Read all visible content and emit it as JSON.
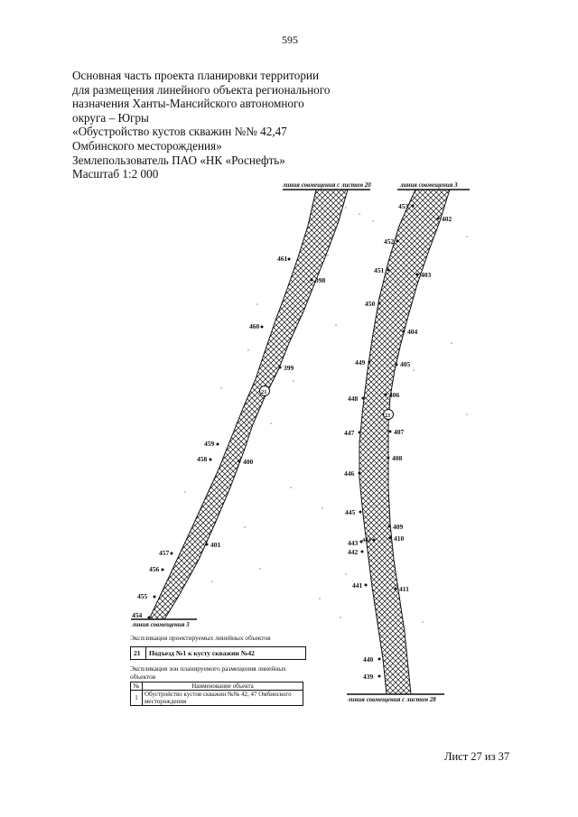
{
  "page_number": "595",
  "title_lines": [
    "Основная часть проекта планировки территории",
    "для размещения линейного объекта регионального",
    "назначения Ханты-Мансийского автономного",
    "округа – Югры",
    "«Обустройство кустов скважин №№ 42,47",
    "Омбинского месторождения»",
    "Землепользователь ПАО «НК «Роснефть»",
    "Масштаб 1:2 000"
  ],
  "map": {
    "match_lines": {
      "left_top": "линия совмещения с листом 20",
      "right_top": "линия совмещения 3",
      "left_bottom": "линия совмещения 3",
      "right_bottom": "линия совмещения с листом 28"
    },
    "corridor_marker": "21",
    "points_left_corridor": [
      "461",
      "398",
      "460",
      "399",
      "459",
      "458",
      "400",
      "457",
      "401",
      "456",
      "455",
      "454"
    ],
    "points_right_corridor": [
      "453",
      "402",
      "452",
      "451",
      "403",
      "450",
      "404",
      "449",
      "405",
      "448",
      "406",
      "407",
      "447",
      "408",
      "446",
      "445",
      "409",
      "443",
      "444",
      "410",
      "442",
      "441",
      "411",
      "440",
      "439"
    ]
  },
  "legend": {
    "projected_caption": "Экспликация проектируемых линейных объектов",
    "projected_rows": [
      {
        "number": "21",
        "name": "Подъезд №1 к кусту скважин №42"
      }
    ],
    "zone_caption": "Экспликация зон планируемого размещения линейных объектов",
    "zone_headers": {
      "number": "№",
      "name": "Наименование объекта"
    },
    "zone_rows": [
      {
        "number": "1",
        "name": "Обустройство кустов скважин №№ 42, 47 Омбинского месторождения"
      }
    ]
  },
  "sheet": "Лист 27 из 37"
}
